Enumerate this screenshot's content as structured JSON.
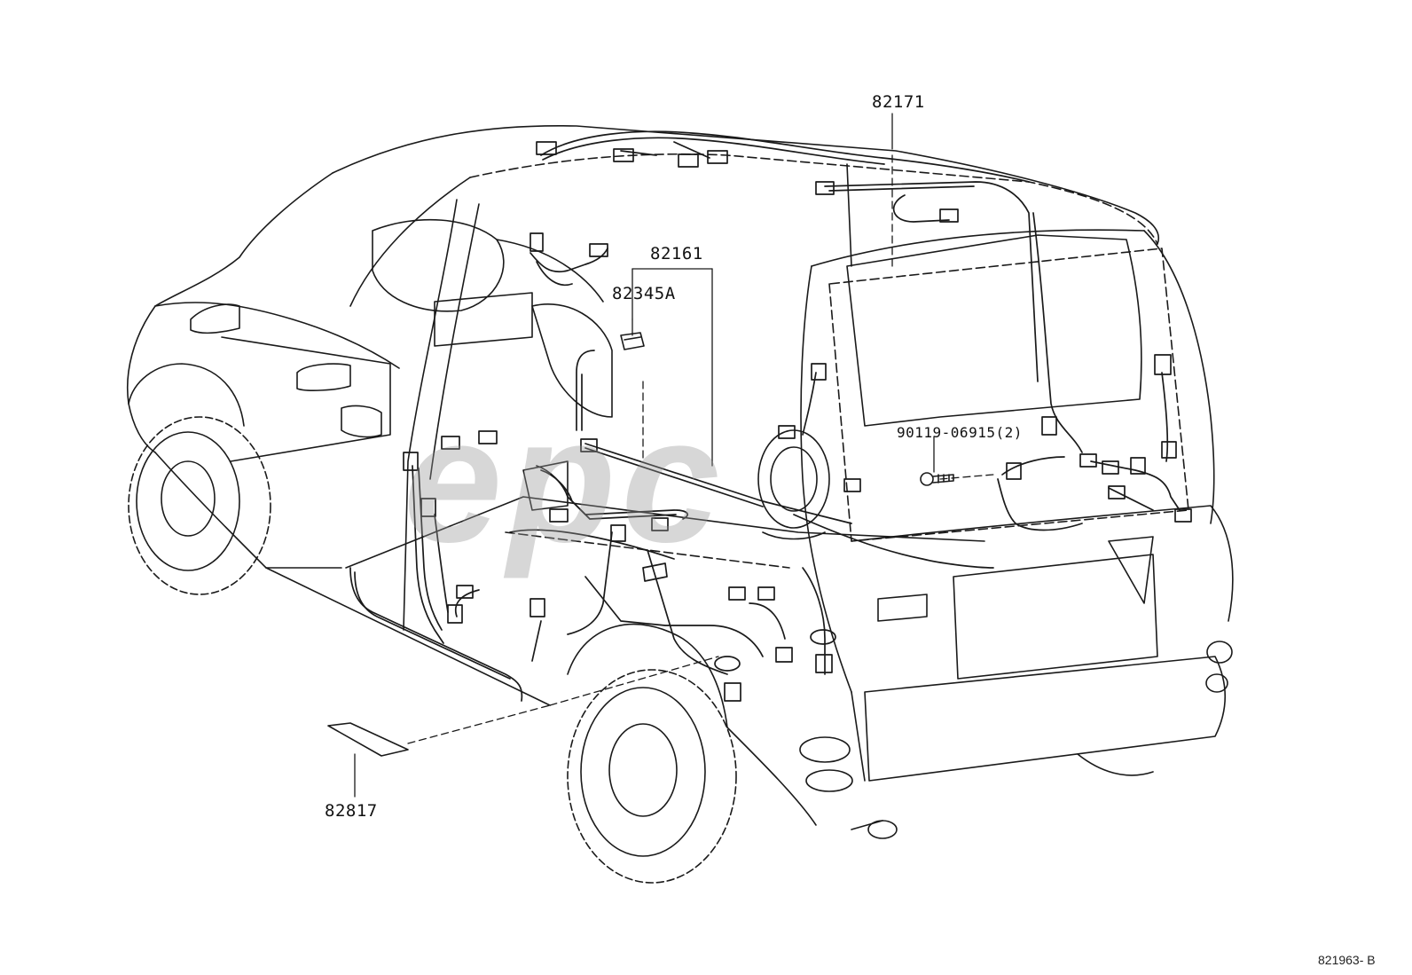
{
  "diagram": {
    "parts": [
      {
        "id": "p1",
        "number": "82171"
      },
      {
        "id": "p2",
        "number": "82161"
      },
      {
        "id": "p3",
        "number": "82345A"
      },
      {
        "id": "p4",
        "number": "90119-06915(2)"
      },
      {
        "id": "p5",
        "number": "82817"
      }
    ],
    "figure_reference": "821963- B",
    "watermark": "epc"
  },
  "colors": {
    "line": "#1a1a1a",
    "watermark": "#9a9a9a",
    "background": "#ffffff"
  }
}
